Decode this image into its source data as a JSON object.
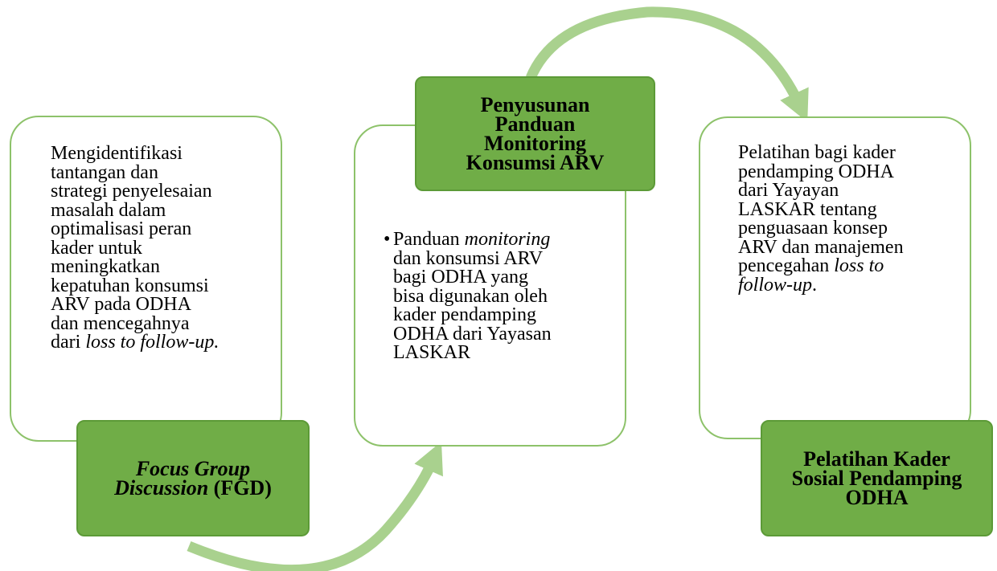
{
  "colors": {
    "card_border": "#8dc26a",
    "title_fill": "#70ad47",
    "arrow": "#a9d18e"
  },
  "card_left": {
    "lines": [
      [
        {
          "t": "Mengidentifikasi",
          "i": false
        }
      ],
      [
        {
          "t": "tantangan dan",
          "i": false
        }
      ],
      [
        {
          "t": "strategi penyelesaian",
          "i": false
        }
      ],
      [
        {
          "t": "masalah dalam",
          "i": false
        }
      ],
      [
        {
          "t": "optimalisasi peran",
          "i": false
        }
      ],
      [
        {
          "t": "kader untuk",
          "i": false
        }
      ],
      [
        {
          "t": "meningkatkan",
          "i": false
        }
      ],
      [
        {
          "t": "kepatuhan konsumsi",
          "i": false
        }
      ],
      [
        {
          "t": "ARV pada ODHA",
          "i": false
        }
      ],
      [
        {
          "t": "dan mencegahnya",
          "i": false
        }
      ],
      [
        {
          "t": "dari ",
          "i": false
        },
        {
          "t": "loss to follow-up.",
          "i": true
        }
      ]
    ]
  },
  "card_middle": {
    "bullet": "•",
    "lines": [
      [
        {
          "t": "Panduan ",
          "i": false
        },
        {
          "t": "monitoring",
          "i": true
        }
      ],
      [
        {
          "t": "dan konsumsi ARV",
          "i": false
        }
      ],
      [
        {
          "t": "bagi ODHA yang",
          "i": false
        }
      ],
      [
        {
          "t": "bisa digunakan oleh",
          "i": false
        }
      ],
      [
        {
          "t": "kader pendamping",
          "i": false
        }
      ],
      [
        {
          "t": "ODHA dari Yayasan",
          "i": false
        }
      ],
      [
        {
          "t": "LASKAR",
          "i": false
        }
      ]
    ]
  },
  "card_right": {
    "lines": [
      [
        {
          "t": "Pelatihan bagi kader",
          "i": false
        }
      ],
      [
        {
          "t": "pendamping ODHA",
          "i": false
        }
      ],
      [
        {
          "t": "dari Yayayan",
          "i": false
        }
      ],
      [
        {
          "t": "LASKAR tentang",
          "i": false
        }
      ],
      [
        {
          "t": "penguasaan konsep",
          "i": false
        }
      ],
      [
        {
          "t": "ARV dan manajemen",
          "i": false
        }
      ],
      [
        {
          "t": "pencegahan ",
          "i": false
        },
        {
          "t": "loss to",
          "i": true
        }
      ],
      [
        {
          "t": "follow",
          "i": true
        },
        {
          "t": "-",
          "i": false
        },
        {
          "t": "up",
          "i": true
        },
        {
          "t": ".",
          "i": false
        }
      ]
    ]
  },
  "title_fgd": {
    "lines": [
      [
        {
          "t": "Focus Group",
          "i": true
        }
      ],
      [
        {
          "t": "Discussion",
          "i": true
        },
        {
          "t": " (FGD)",
          "i": false
        }
      ]
    ]
  },
  "title_panduan": {
    "lines": [
      [
        {
          "t": "Penyusunan",
          "i": false
        }
      ],
      [
        {
          "t": "Panduan",
          "i": false
        }
      ],
      [
        {
          "t": "Monitoring",
          "i": false
        }
      ],
      [
        {
          "t": "Konsumsi ARV",
          "i": false
        }
      ]
    ]
  },
  "title_pelatihan": {
    "lines": [
      [
        {
          "t": "Pelatihan Kader",
          "i": false
        }
      ],
      [
        {
          "t": "Sosial Pendamping",
          "i": false
        }
      ],
      [
        {
          "t": "ODHA",
          "i": false
        }
      ]
    ]
  }
}
